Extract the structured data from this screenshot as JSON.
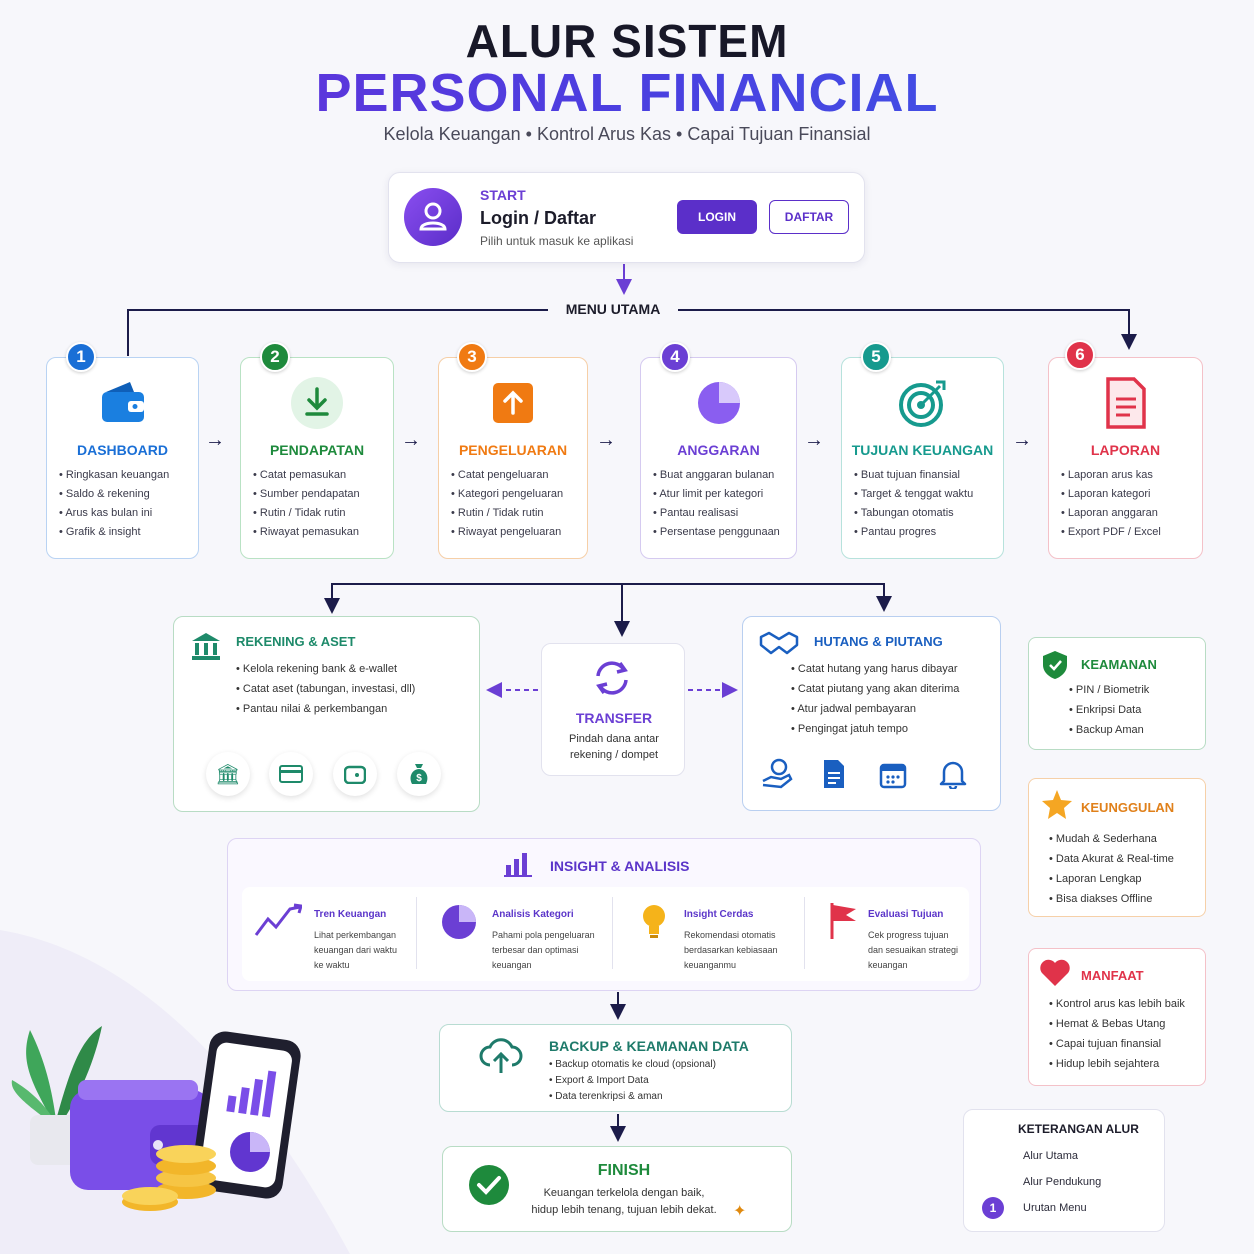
{
  "header": {
    "title1": "ALUR SISTEM",
    "title2": "PERSONAL FINANCIAL",
    "subtitle": "Kelola Keuangan • Kontrol Arus Kas • Capai Tujuan Finansial"
  },
  "start": {
    "label": "START",
    "title": "Login / Daftar",
    "desc": "Pilih untuk masuk ke aplikasi",
    "login": "LOGIN",
    "daftar": "DAFTAR",
    "icon": "user-icon"
  },
  "menu_title": "MENU UTAMA",
  "menus": [
    {
      "num": "1",
      "title": "DASHBOARD",
      "color": "#1a6fd6",
      "items": [
        "Ringkasan keuangan",
        "Saldo & rekening",
        "Arus kas bulan ini",
        "Grafik & insight"
      ],
      "icon": "wallet-icon"
    },
    {
      "num": "2",
      "title": "PENDAPATAN",
      "color": "#1e8a3c",
      "items": [
        "Catat pemasukan",
        "Sumber pendapatan",
        "Rutin / Tidak rutin",
        "Riwayat pemasukan"
      ],
      "icon": "download-icon"
    },
    {
      "num": "3",
      "title": "PENGELUARAN",
      "color": "#f07a12",
      "items": [
        "Catat pengeluaran",
        "Kategori pengeluaran",
        "Rutin / Tidak rutin",
        "Riwayat pengeluaran"
      ],
      "icon": "upload-icon"
    },
    {
      "num": "4",
      "title": "ANGGARAN",
      "color": "#6b3fd4",
      "items": [
        "Buat anggaran bulanan",
        "Atur limit per kategori",
        "Pantau realisasi",
        "Persentase penggunaan"
      ],
      "icon": "pie-icon"
    },
    {
      "num": "5",
      "title": "TUJUAN KEUANGAN",
      "color": "#169a8e",
      "items": [
        "Buat tujuan finansial",
        "Target & tenggat waktu",
        "Tabungan otomatis",
        "Pantau progres"
      ],
      "icon": "target-icon"
    },
    {
      "num": "6",
      "title": "LAPORAN",
      "color": "#e0334a",
      "items": [
        "Laporan arus kas",
        "Laporan kategori",
        "Laporan anggaran",
        "Export PDF / Excel"
      ],
      "icon": "report-icon"
    }
  ],
  "rekening": {
    "title": "REKENING & ASET",
    "items": [
      "Kelola rekening bank & e-wallet",
      "Catat aset (tabungan, investasi, dll)",
      "Pantau nilai & perkembangan"
    ]
  },
  "transfer": {
    "title": "TRANSFER",
    "desc1": "Pindah dana antar",
    "desc2": "rekening / dompet"
  },
  "hutang": {
    "title": "HUTANG & PIUTANG",
    "items": [
      "Catat hutang yang harus dibayar",
      "Catat piutang yang akan diterima",
      "Atur jadwal pembayaran",
      "Pengingat jatuh tempo"
    ]
  },
  "insight": {
    "title": "INSIGHT & ANALISIS",
    "cols": [
      {
        "title": "Tren Keuangan",
        "desc": [
          "Lihat perkembangan",
          "keuangan dari waktu",
          "ke waktu"
        ]
      },
      {
        "title": "Analisis Kategori",
        "desc": [
          "Pahami pola pengeluaran",
          "terbesar dan optimasi",
          "keuangan"
        ]
      },
      {
        "title": "Insight Cerdas",
        "desc": [
          "Rekomendasi otomatis",
          "berdasarkan kebiasaan",
          "keuanganmu"
        ]
      },
      {
        "title": "Evaluasi Tujuan",
        "desc": [
          "Cek progress tujuan",
          "dan sesuaikan strategi",
          "keuangan"
        ]
      }
    ]
  },
  "backup": {
    "title": "BACKUP & KEAMANAN DATA",
    "items": [
      "Backup otomatis ke cloud (opsional)",
      "Export & Import Data",
      "Data terenkripsi & aman"
    ]
  },
  "finish": {
    "title": "FINISH",
    "line1": "Keuangan terkelola dengan baik,",
    "line2": "hidup lebih tenang, tujuan lebih dekat."
  },
  "keamanan": {
    "title": "KEAMANAN",
    "items": [
      "PIN / Biometrik",
      "Enkripsi Data",
      "Backup Aman"
    ]
  },
  "keunggulan": {
    "title": "KEUNGGULAN",
    "items": [
      "Mudah & Sederhana",
      "Data Akurat & Real-time",
      "Laporan Lengkap",
      "Bisa diakses Offline"
    ]
  },
  "manfaat": {
    "title": "MANFAAT",
    "items": [
      "Kontrol arus kas lebih baik",
      "Hemat & Bebas Utang",
      "Capai tujuan finansial",
      "Hidup lebih sejahtera"
    ]
  },
  "legend": {
    "title": "KETERANGAN ALUR",
    "main": "Alur Utama",
    "support": "Alur Pendukung",
    "order": "Urutan Menu",
    "order_num": "1"
  }
}
